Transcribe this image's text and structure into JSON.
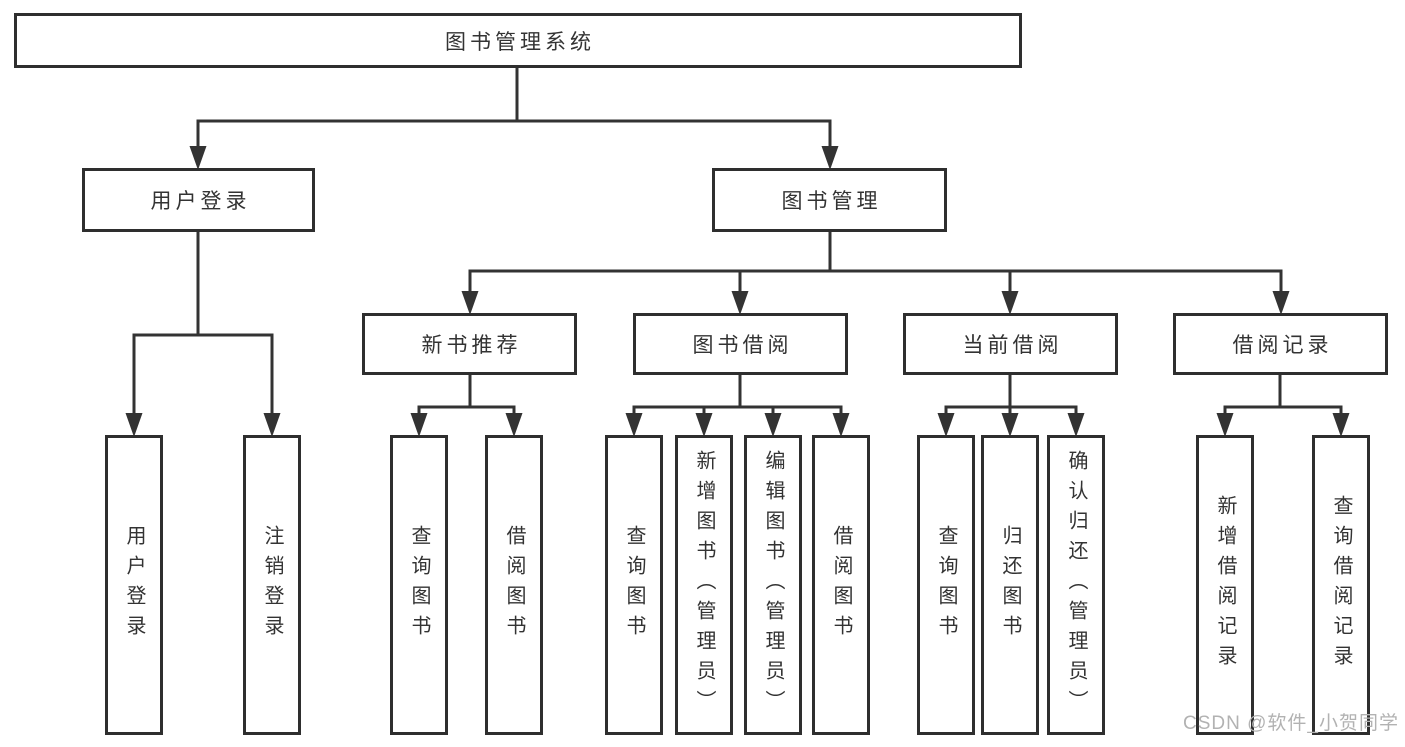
{
  "diagram": {
    "root_label": "图书管理系统",
    "user_login": {
      "label": "用户登录",
      "children": [
        "用户登录",
        "注销登录"
      ]
    },
    "book_mgmt": {
      "label": "图书管理",
      "sections": [
        {
          "label": "新书推荐",
          "children": [
            "查询图书",
            "借阅图书"
          ]
        },
        {
          "label": "图书借阅",
          "children": [
            "查询图书",
            "新增图书（管理员）",
            "编辑图书（管理员）",
            "借阅图书"
          ]
        },
        {
          "label": "当前借阅",
          "children": [
            "查询图书",
            "归还图书",
            "确认归还（管理员）"
          ]
        },
        {
          "label": "借阅记录",
          "children": [
            "新增借阅记录",
            "查询借阅记录"
          ]
        }
      ]
    }
  },
  "watermark": {
    "text": "CSDN @软件_小贺同学"
  },
  "colors": {
    "line": "#333333",
    "box_border": "#2e2e2e",
    "text": "#333333",
    "watermark": "#b2b2b2",
    "background": "#ffffff"
  }
}
